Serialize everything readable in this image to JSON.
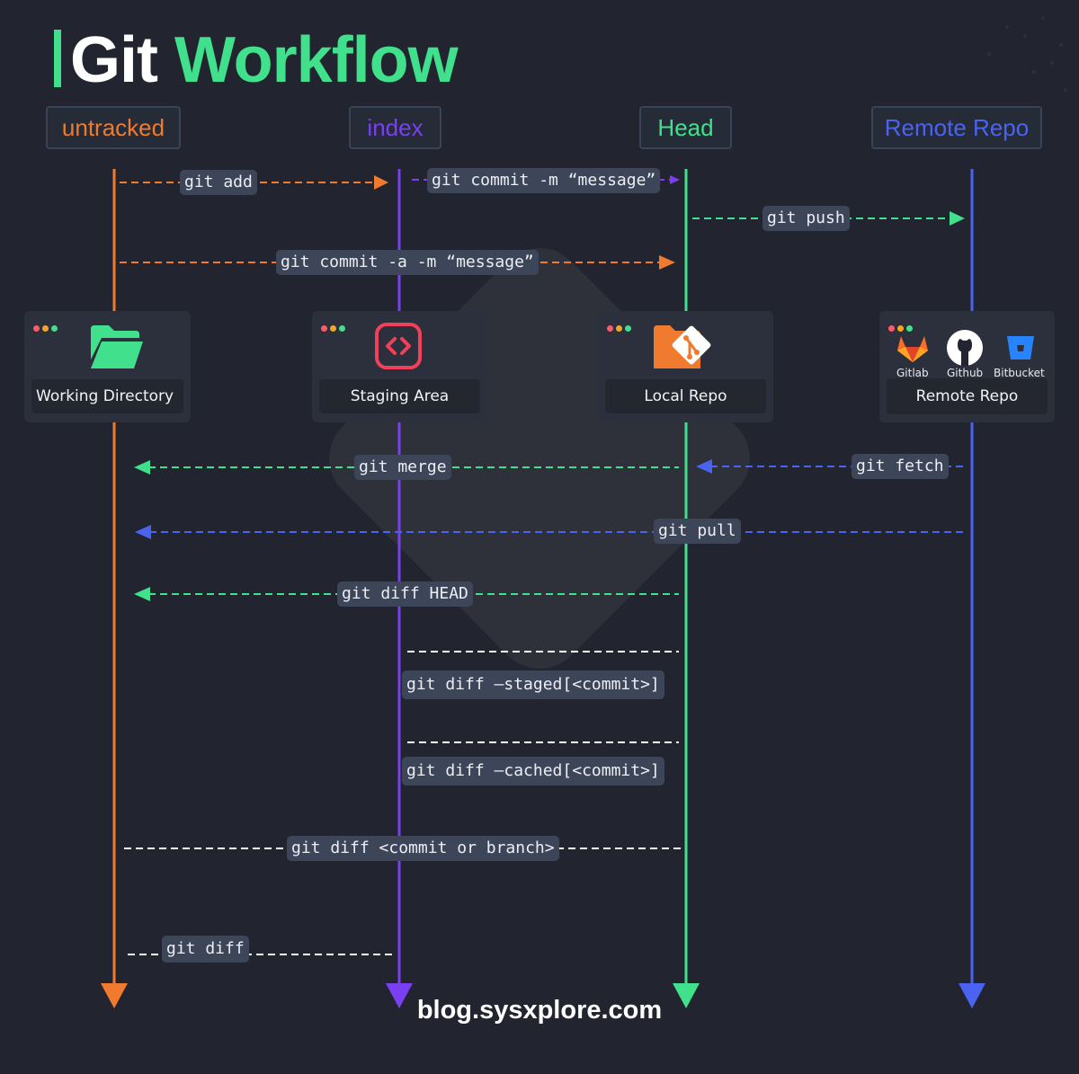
{
  "title": {
    "prefix": "Git",
    "accent": "Workflow"
  },
  "columns": [
    {
      "label": "untracked",
      "color": "#f07a2e"
    },
    {
      "label": "index",
      "color": "#7b3ff2"
    },
    {
      "label": "Head",
      "color": "#40e08c"
    },
    {
      "label": "Remote Repo",
      "color": "#4a63f0"
    }
  ],
  "areas": {
    "working_directory": "Working Directory",
    "staging_area": "Staging Area",
    "local_repo": "Local Repo",
    "remote_repo": "Remote Repo"
  },
  "services": [
    "Gitlab",
    "Github",
    "Bitbucket"
  ],
  "commands": {
    "git_add": "git add",
    "git_commit": "git commit -m “message”",
    "git_push": "git push",
    "git_commit_a": "git commit -a -m “message”",
    "git_merge": "git merge",
    "git_fetch": "git fetch",
    "git_pull": "git pull",
    "git_diff_head": "git diff HEAD",
    "git_diff_staged": "git diff —staged[<commit>]",
    "git_diff_cached": "git diff —cached[<commit>]",
    "git_diff_commit": "git diff <commit or branch>",
    "git_diff": "git diff"
  },
  "footer": "blog.sysxplore.com",
  "colors": {
    "background": "#22252f",
    "orange": "#f07a2e",
    "purple": "#7b3ff2",
    "green": "#40e08c",
    "blue": "#4a63f0",
    "white": "#ffffff",
    "label_bg": "#3d4659"
  }
}
